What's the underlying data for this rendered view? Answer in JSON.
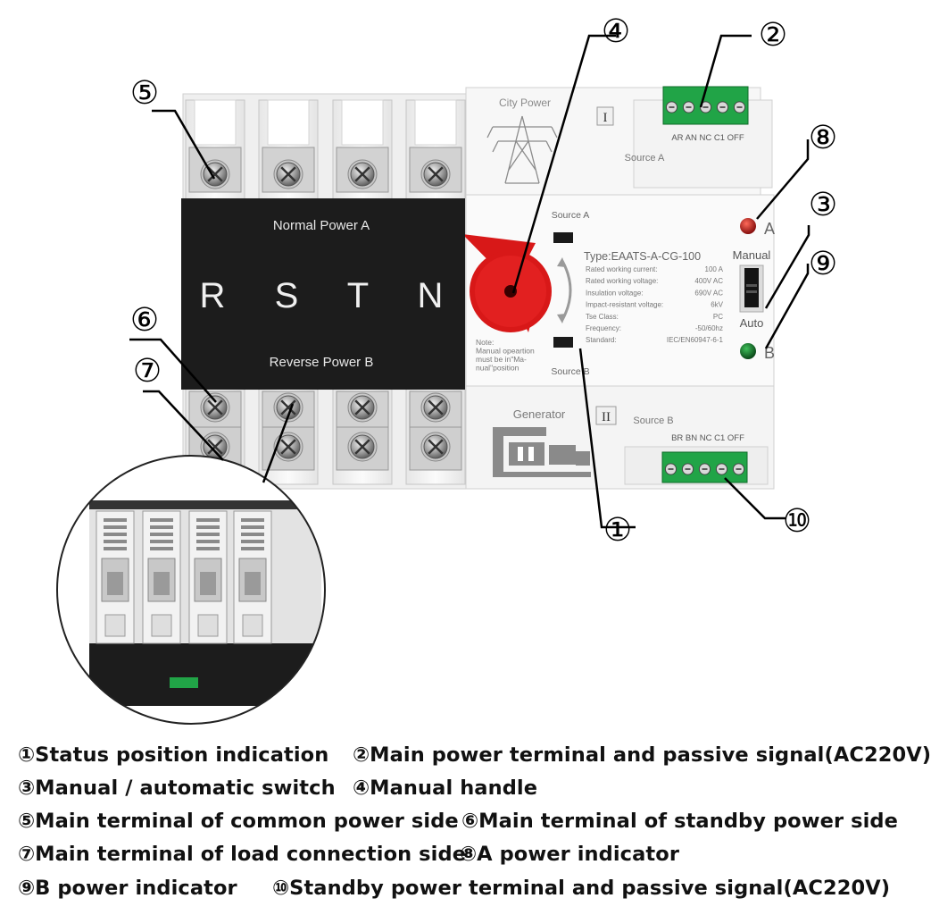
{
  "device": {
    "city_power_label": "City Power",
    "source_a_roman": "I",
    "source_a_label": "Source A",
    "source_a_small": "Source A",
    "terminal_a_labels": "AR AN NC C1 OFF",
    "generator_label": "Generator",
    "source_b_roman": "II",
    "source_b_label": "Source B",
    "source_b_small": "Source B",
    "terminal_b_labels": "BR BN NC C1 OFF",
    "normal_power_label": "Normal Power A",
    "reverse_power_label": "Reverse Power B",
    "phases": [
      "R",
      "S",
      "T",
      "N"
    ],
    "type_label": "Type:EAATS-A-CG-100",
    "specs": [
      {
        "name": "Rated working current:",
        "value": "100 A"
      },
      {
        "name": "Rated working voltage:",
        "value": "400V AC"
      },
      {
        "name": "Insulation voltage:",
        "value": "690V AC"
      },
      {
        "name": "Impact-resistant voltage:",
        "value": "6kV"
      },
      {
        "name": "Tse Class:",
        "value": "PC"
      },
      {
        "name": "Frequency:",
        "value": "-50/60hz"
      },
      {
        "name": "Standard:",
        "value": "IEC/EN60947-6-1"
      }
    ],
    "note_lines": [
      "Note:",
      "Manual opeartion",
      "must be in\"Ma-",
      "nual\"position"
    ],
    "manual_label": "Manual",
    "auto_label": "Auto",
    "indicator_a_letter": "A",
    "indicator_b_letter": "B",
    "colors": {
      "indicator_a": "#b01010",
      "indicator_b": "#0d6b22",
      "handle": "#d81818",
      "terminal": "#21a447",
      "panel": "#1c1c1c"
    }
  },
  "callouts": [
    {
      "id": "1",
      "symbol": "①"
    },
    {
      "id": "2",
      "symbol": "②"
    },
    {
      "id": "3",
      "symbol": "③"
    },
    {
      "id": "4",
      "symbol": "④"
    },
    {
      "id": "5",
      "symbol": "⑤"
    },
    {
      "id": "6",
      "symbol": "⑥"
    },
    {
      "id": "7",
      "symbol": "⑦"
    },
    {
      "id": "8",
      "symbol": "⑧"
    },
    {
      "id": "9",
      "symbol": "⑨"
    },
    {
      "id": "10",
      "symbol": "⑩"
    }
  ],
  "legend": [
    "①Status position indication",
    "②Main power terminal and passive signal(AC220V)",
    "③Manual / automatic switch",
    "④Manual handle",
    "⑤Main terminal of common power side",
    "⑥Main terminal of standby power side",
    "⑦Main terminal of load connection side",
    "⑧A power indicator",
    "⑨B power indicator",
    "⑩Standby power terminal and passive signal(AC220V)"
  ]
}
